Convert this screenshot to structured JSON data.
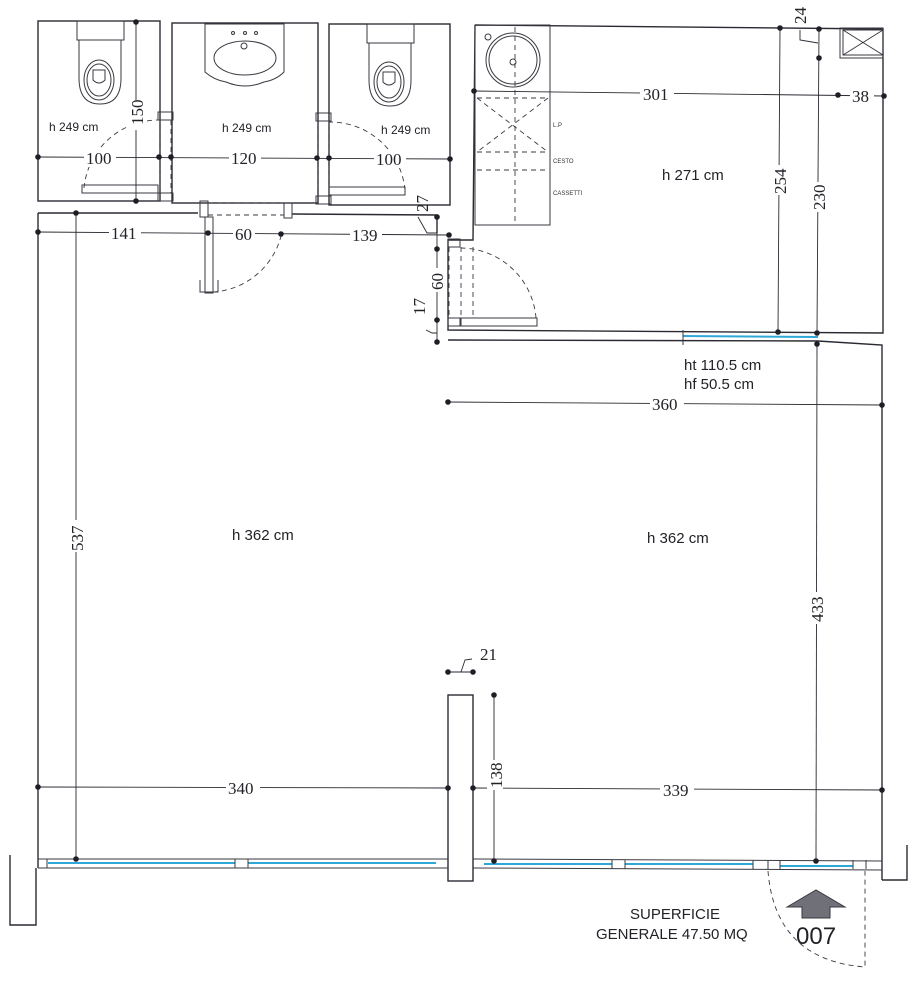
{
  "plan": {
    "unit_number": "007",
    "surface_label_line1": "SUPERFICIE",
    "surface_label_line2": "GENERALE 47.50 MQ",
    "entrance_arrow": "entrance-arrow-icon"
  },
  "rooms": {
    "wc_left": {
      "height_label": "h 249 cm"
    },
    "antibagno": {
      "height_label": "h 249 cm"
    },
    "wc_right": {
      "height_label": "h 249 cm"
    },
    "kitchen": {
      "height_label": "h 271 cm",
      "labels": [
        "L.P",
        "CESTO",
        "CASSETTI"
      ]
    },
    "main_left": {
      "height_label": "h 362 cm"
    },
    "main_right": {
      "height_label": "h 362 cm"
    }
  },
  "window": {
    "ht_label": "ht 110.5 cm",
    "hf_label": "hf 50.5 cm"
  },
  "dimensions": {
    "d150": "150",
    "d100_left": "100",
    "d120": "120",
    "d100_right": "100",
    "d141": "141",
    "d60_door": "60",
    "d139": "139",
    "d27": "27",
    "d60_kitchen": "60",
    "d17": "17",
    "d301": "301",
    "d38": "38",
    "d24": "24",
    "d254": "254",
    "d230": "230",
    "d360": "360",
    "d537": "537",
    "d433": "433",
    "d21": "21",
    "d138": "138",
    "d340": "340",
    "d339": "339"
  },
  "colors": {
    "glass": "#2fa8d8",
    "arrow": "#707078",
    "ink": "#2a2a32"
  }
}
